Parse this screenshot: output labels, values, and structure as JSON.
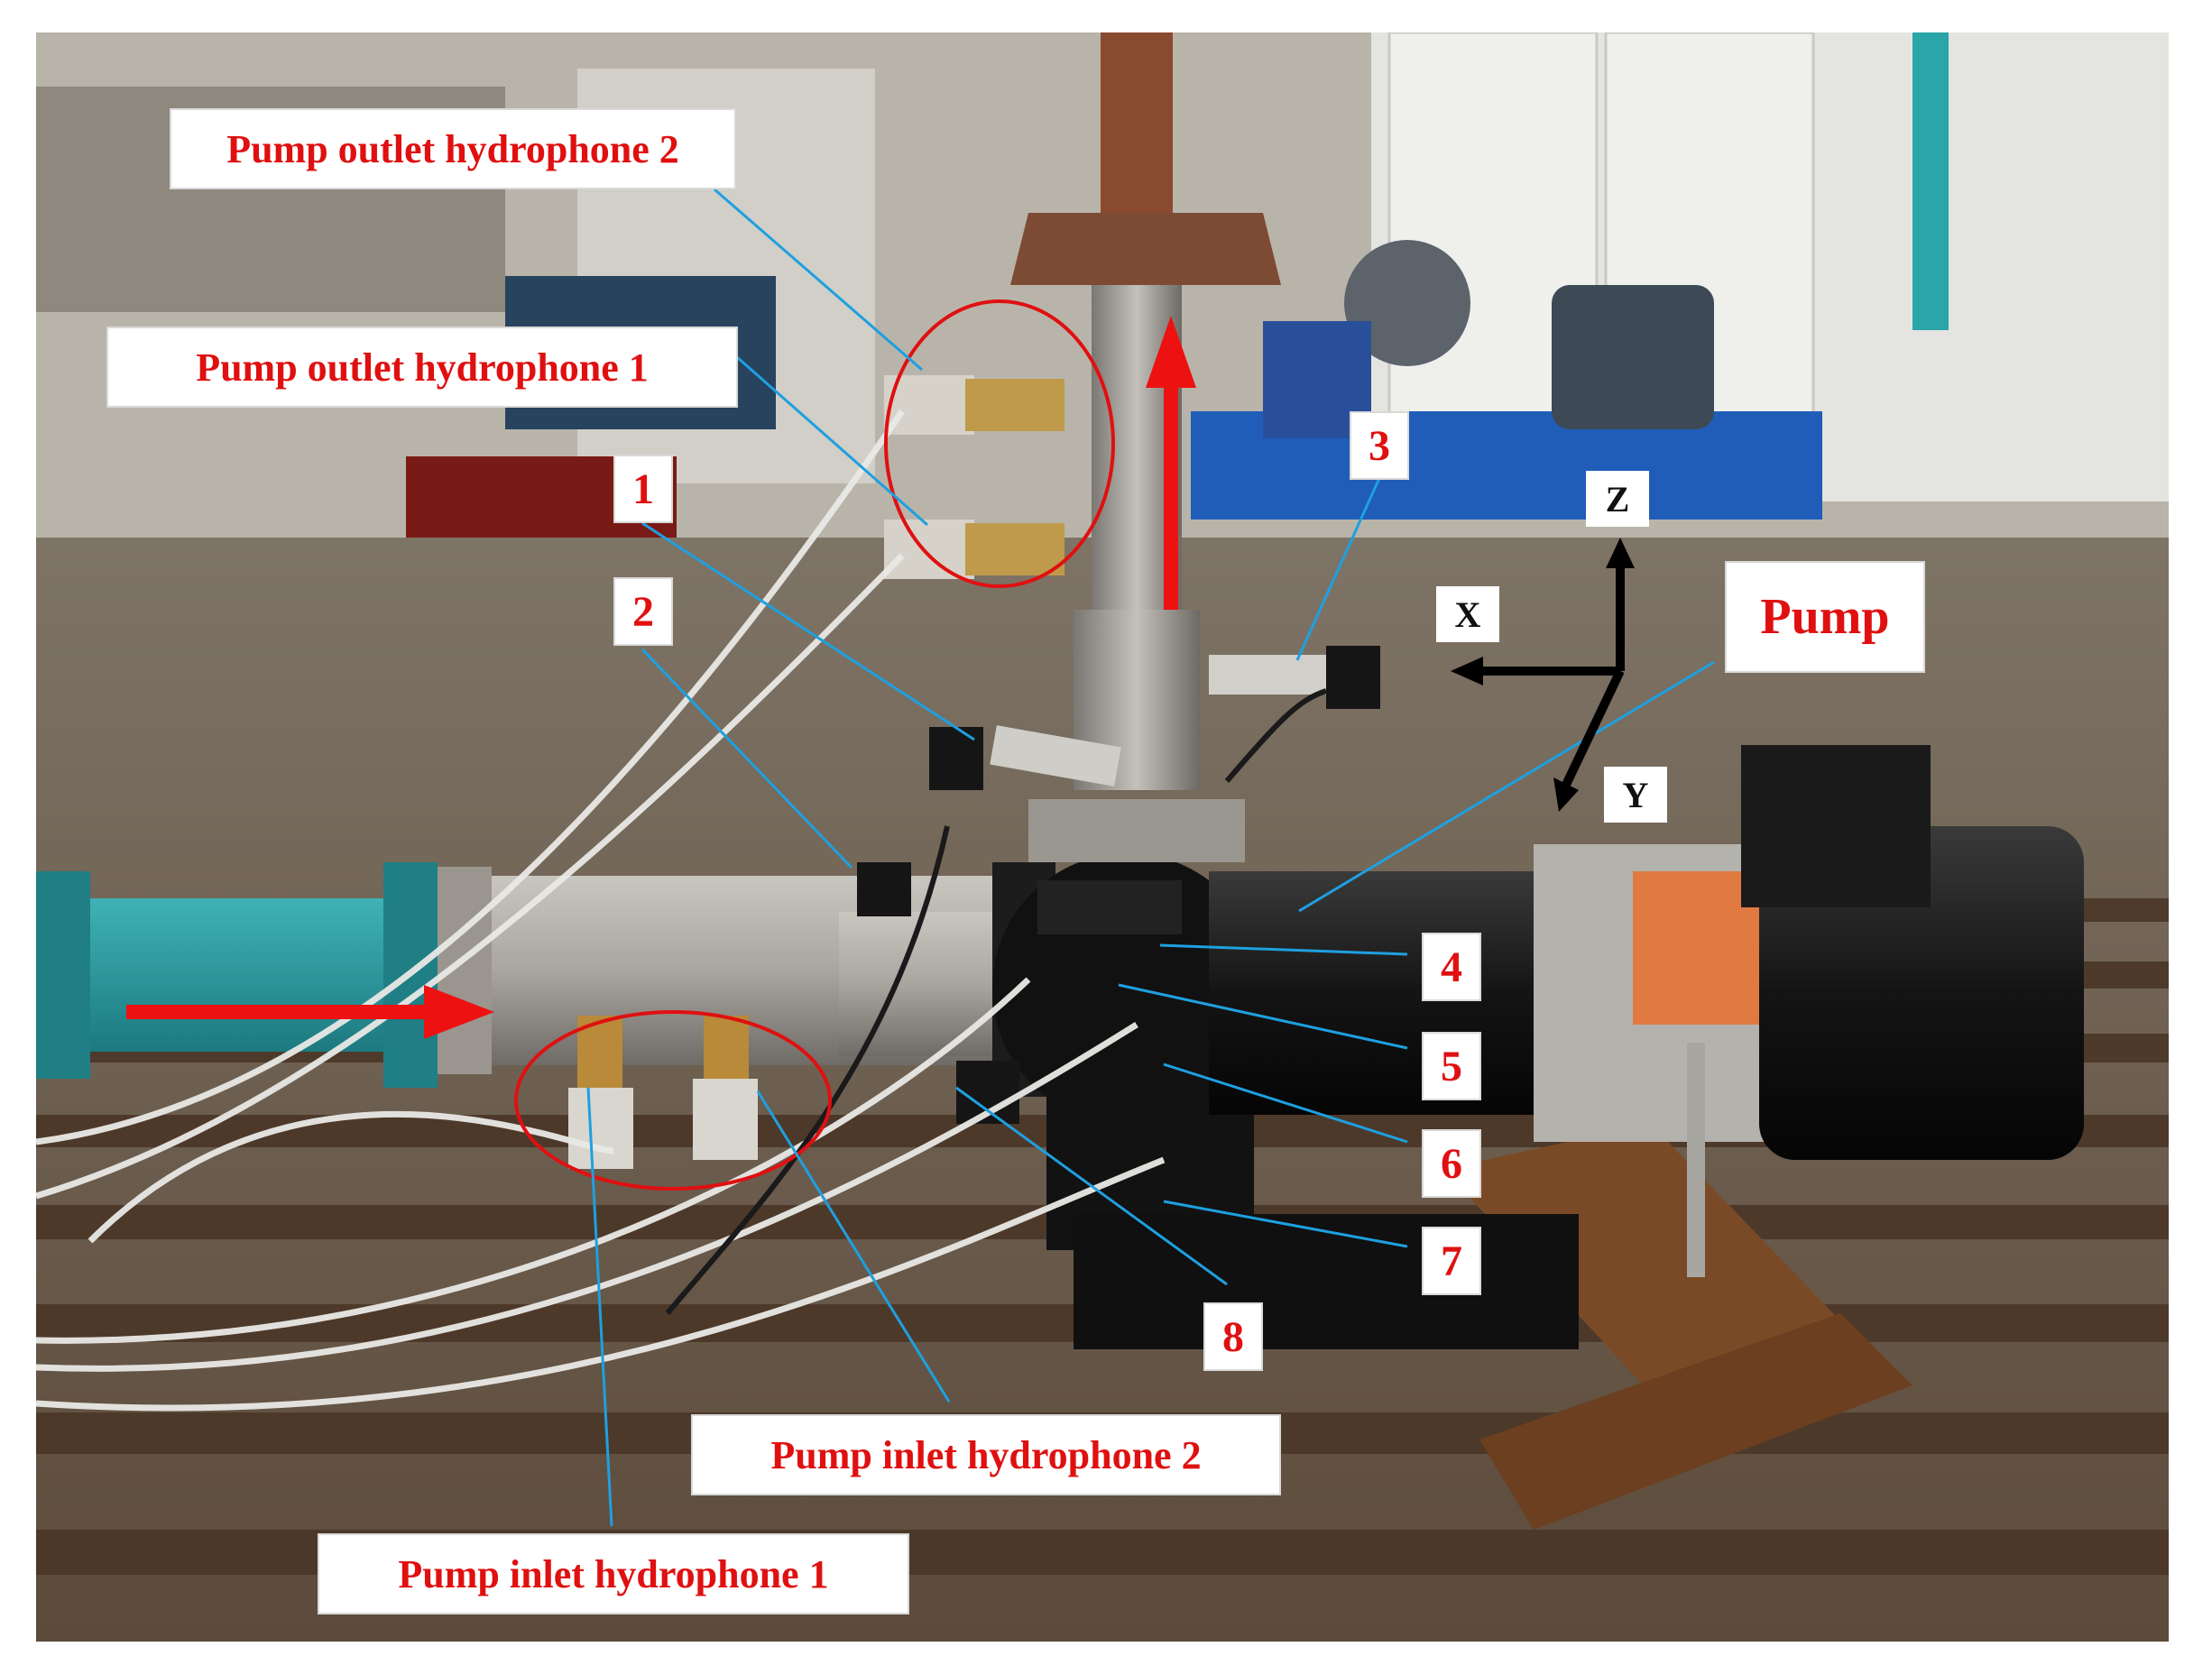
{
  "labels": {
    "outlet_hydrophone_2": "Pump outlet hydrophone 2",
    "outlet_hydrophone_1": "Pump outlet hydrophone 1",
    "inlet_hydrophone_1": "Pump inlet hydrophone 1",
    "inlet_hydrophone_2": "Pump inlet hydrophone 2",
    "pump": "Pump"
  },
  "sensor_numbers": [
    "1",
    "2",
    "3",
    "4",
    "5",
    "6",
    "7",
    "8"
  ],
  "axes": {
    "x": "X",
    "y": "Y",
    "z": "Z"
  },
  "colors": {
    "label_text": "#e01010",
    "leader_line": "#1ea0e0",
    "flow_arrow": "#ee1111",
    "axis_arrow": "#000000"
  }
}
